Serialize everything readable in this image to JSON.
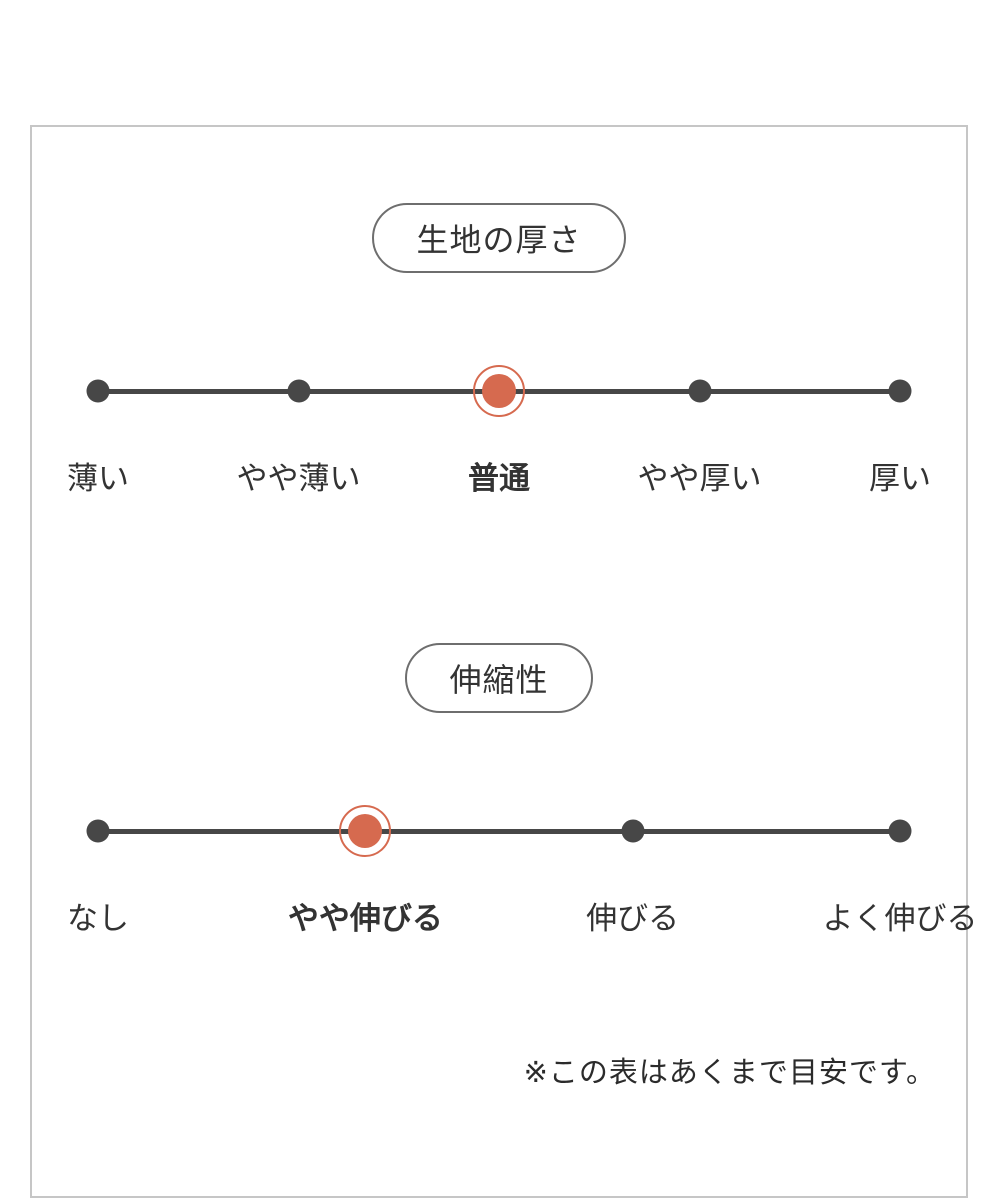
{
  "frame": {
    "note": "※この表はあくまで目安です。"
  },
  "colors": {
    "accent": "#d66a4f",
    "ink": "#474747",
    "text": "#333333",
    "border": "#c6c6c6"
  },
  "chart_data": [
    {
      "type": "scale",
      "title": "生地の厚さ",
      "options": [
        "薄い",
        "やや薄い",
        "普通",
        "やや厚い",
        "厚い"
      ],
      "selected_index": 2,
      "selected_label": "普通",
      "layout": "horizontal dots on a line, evenly spaced, selected dot highlighted in accent color with ring"
    },
    {
      "type": "scale",
      "title": "伸縮性",
      "options": [
        "なし",
        "やや伸びる",
        "伸びる",
        "よく伸びる"
      ],
      "selected_index": 1,
      "selected_label": "やや伸びる",
      "layout": "horizontal dots on a line, evenly spaced, selected dot highlighted in accent color with ring"
    }
  ]
}
